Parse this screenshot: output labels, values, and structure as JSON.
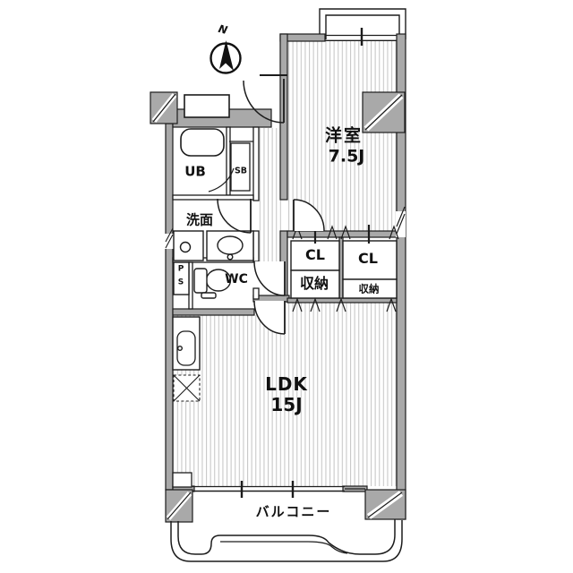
{
  "compass": {
    "north_label": "N"
  },
  "rooms": {
    "western_room": {
      "name": "洋室",
      "size": "7.5J"
    },
    "ldk": {
      "name": "LDK",
      "size": "15J"
    },
    "balcony": {
      "name": "バルコニー"
    },
    "unit_bath": {
      "label": "UB"
    },
    "shoe_box": {
      "label": "SB"
    },
    "washroom": {
      "label": "洗面"
    },
    "toilet": {
      "label": "WC"
    },
    "pipe_space": {
      "line1": "P",
      "line2": "S"
    }
  },
  "closets": {
    "left": {
      "label": "CL",
      "storage_label": "収納"
    },
    "right": {
      "label": "CL",
      "storage_label": "収納"
    }
  },
  "colors": {
    "wall_fill": "#a9a9a9",
    "line": "#1c1c1c",
    "hatch_line": "#c8c8c8",
    "background": "#ffffff"
  }
}
